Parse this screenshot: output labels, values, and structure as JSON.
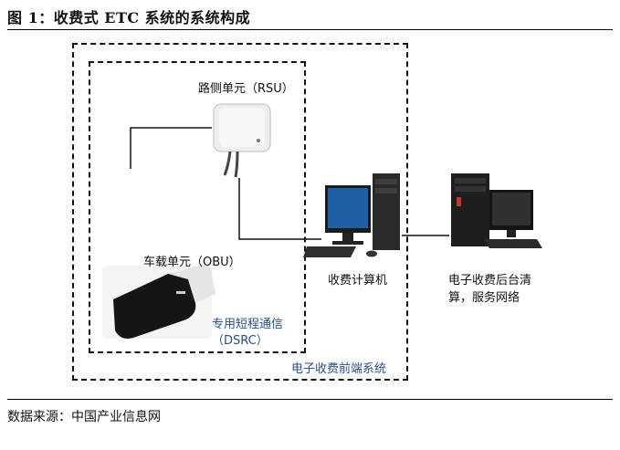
{
  "figure": {
    "title": "图 1：收费式 ETC 系统的系统构成",
    "source": "数据来源：中国产业信息网"
  },
  "nodes": {
    "rsu": "路侧单元（RSU）",
    "obu": "车载单元（OBU）",
    "dsrc_line1": "专用短程通信",
    "dsrc_line2": "（DSRC）",
    "toll_pc": "收费计算机",
    "clearing_line1": "电子收费后台清",
    "clearing_line2": "算，服务网络",
    "frontend_system": "电子收费前端系统"
  },
  "colors": {
    "accent_blue": "#2d4e8a"
  }
}
